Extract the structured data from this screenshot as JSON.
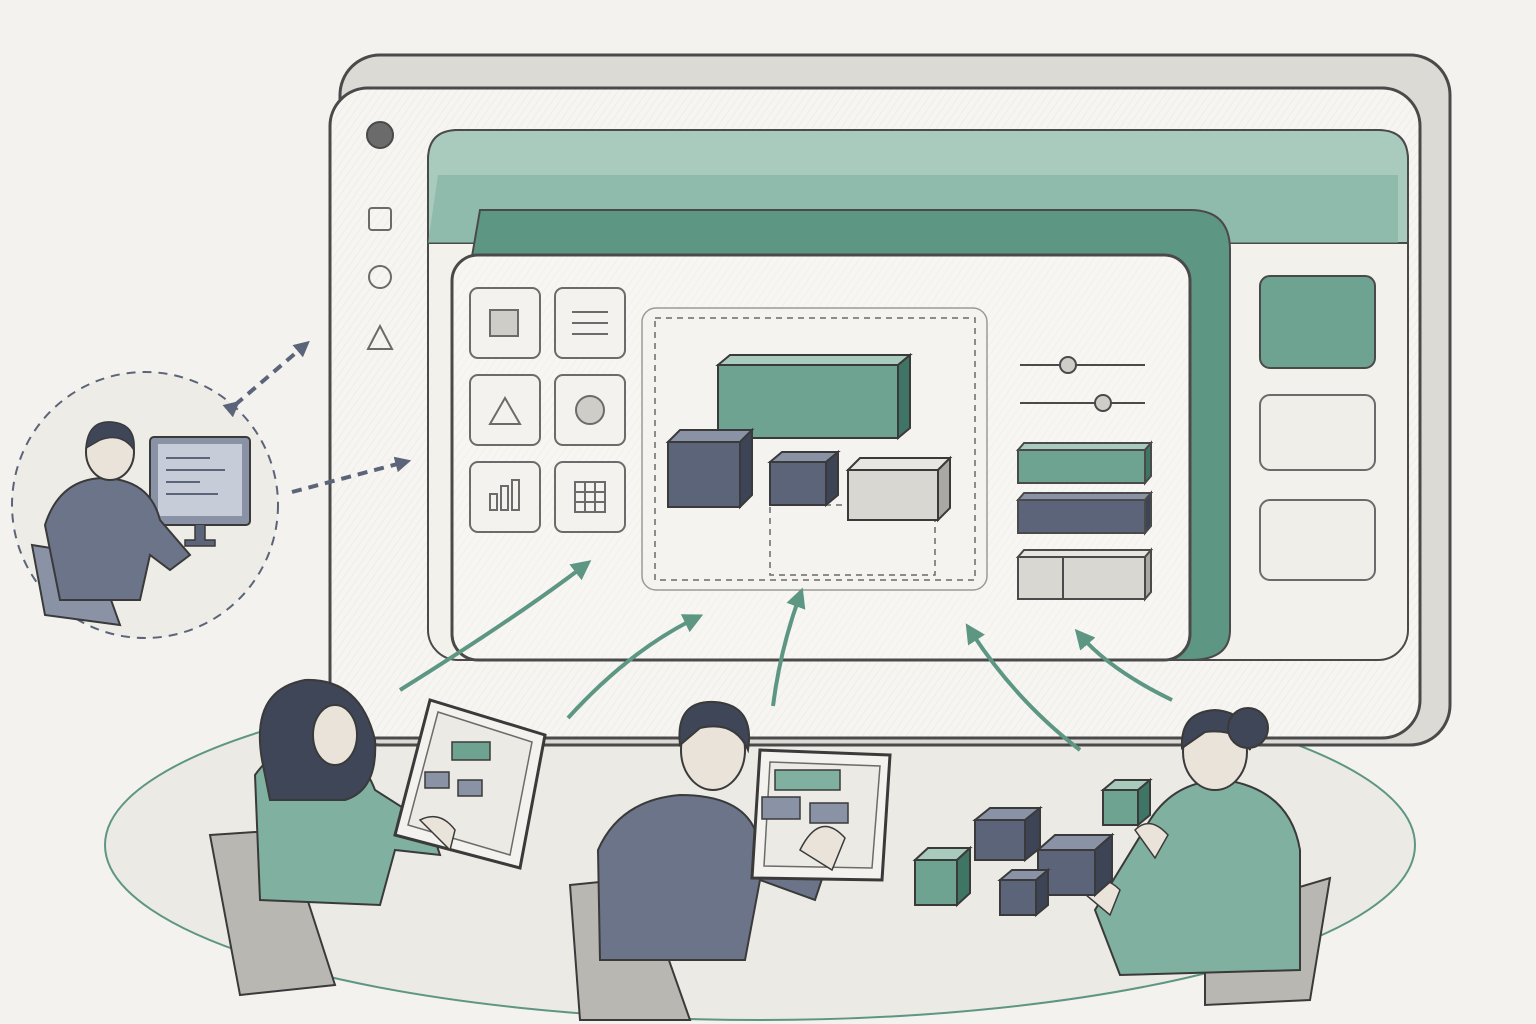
{
  "colors": {
    "paper": "#f3f2ee",
    "pencil": "#4a4a4a",
    "light_pencil": "#8a8a88",
    "teal": "#5e9684",
    "teal_light": "#a9cbbd",
    "slate": "#5b6478",
    "slate_light": "#8a93a6",
    "gray_block": "#d9d7d1",
    "skin": "#e9e3da"
  },
  "icons": {
    "screen_sidebar": [
      "circle-icon",
      "square-icon",
      "circle-outline-icon",
      "triangle-icon"
    ],
    "tool_palette": [
      "square-icon",
      "list-icon",
      "triangle-icon",
      "circle-icon",
      "bar-chart-icon",
      "grid-icon"
    ],
    "property_panel": [
      "slider-icon",
      "slider-icon"
    ]
  },
  "scene": {
    "remote_participant": "remote-participant",
    "participants": [
      "participant-left",
      "participant-center",
      "participant-right"
    ]
  }
}
